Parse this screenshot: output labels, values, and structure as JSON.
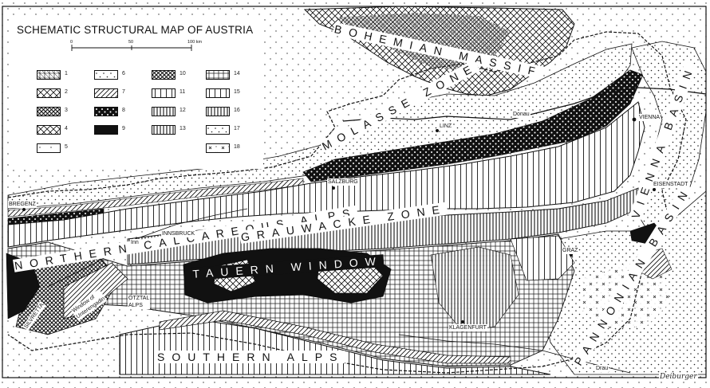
{
  "title": "SCHEMATIC STRUCTURAL MAP OF AUSTRIA",
  "scale": {
    "labels": [
      "0",
      "50",
      "100 km"
    ]
  },
  "legend": [
    {
      "id": "1",
      "pattern": "p-cross"
    },
    {
      "id": "2",
      "pattern": "p-xhatch"
    },
    {
      "id": "3",
      "pattern": "p-xdense"
    },
    {
      "id": "4",
      "pattern": "p-xhatch"
    },
    {
      "id": "5",
      "pattern": "p-dots-sparse"
    },
    {
      "id": "6",
      "pattern": "p-dots"
    },
    {
      "id": "7",
      "pattern": "p-diag"
    },
    {
      "id": "8",
      "pattern": "p-blackdots"
    },
    {
      "id": "9",
      "pattern": "p-black"
    },
    {
      "id": "10",
      "pattern": "p-xdense"
    },
    {
      "id": "11",
      "pattern": "p-vert"
    },
    {
      "id": "12",
      "pattern": "p-vdense"
    },
    {
      "id": "13",
      "pattern": "p-vdense"
    },
    {
      "id": "14",
      "pattern": "p-grid"
    },
    {
      "id": "15",
      "pattern": "p-vert"
    },
    {
      "id": "16",
      "pattern": "p-vdense"
    },
    {
      "id": "17",
      "pattern": "p-dots"
    },
    {
      "id": "18",
      "pattern": "p-xmarks"
    }
  ],
  "regions": {
    "bohemian_massif": "BOHEMIAN MASSIF",
    "molasse_zone": "MOLASSE ZONE",
    "northern_calcareous_alps": "NORTHERN CALCAREOUS ALPS",
    "grauwacke_zone": "GRAUWACKE ZONE",
    "tauern_window": "TAUERN WINDOW",
    "southern_alps": "SOUTHERN ALPS",
    "vienna_basin": "VIENNA BASIN",
    "pannonian_basin": "PANNONIAN BASIN"
  },
  "places": {
    "linz": "LINZ",
    "danube": "Donau",
    "vienna": "VIENNA",
    "salzburg": "SALZBURG",
    "eisenstadt": "EISENSTADT",
    "bregenz": "BREGENZ",
    "inn": "Inn",
    "innsbruck": "INNSBRUCK",
    "oetztal": "ÖTZTAL\nALPS",
    "graz": "GRAZ",
    "klagenfurt": "KLAGENFURT",
    "drau": "Drau",
    "silvretta": "SILVRETTA",
    "engadin": "Window of\nUnterengadin"
  },
  "signature": "Deiburger"
}
